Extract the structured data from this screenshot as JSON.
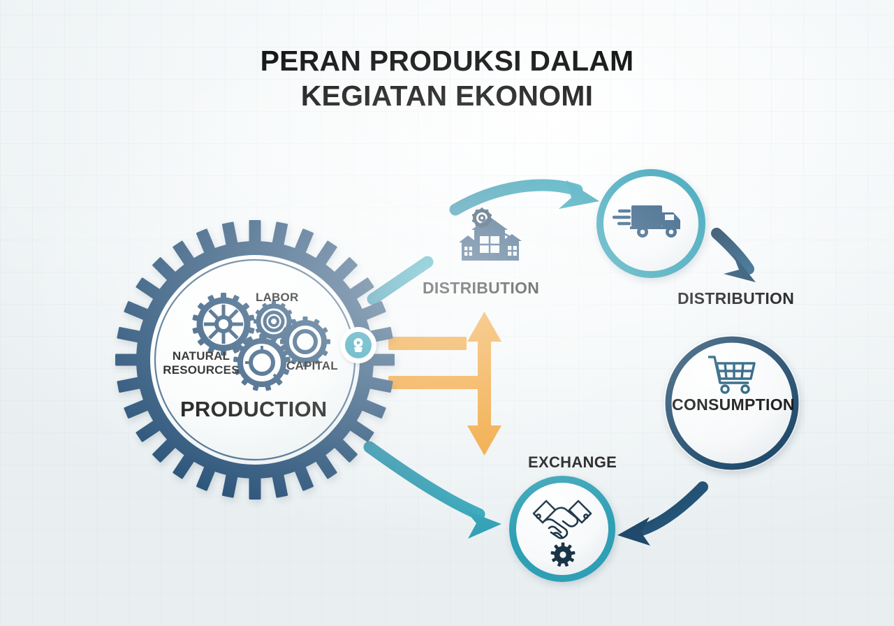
{
  "title": {
    "line1": "PERAN PRODUKSI DALAM",
    "line2": "KEGIATAN EKONOMI"
  },
  "colors": {
    "navy": "#2a5379",
    "navy_dark": "#1d4463",
    "teal": "#2e9fb4",
    "teal_dark": "#2893aa",
    "orange": "#f0a030",
    "text": "#111111",
    "background": "#eef2f3"
  },
  "production": {
    "main_label": "PRODUCTION",
    "factors": [
      {
        "id": "labor",
        "label": "LABOR",
        "icon": "gear-icon"
      },
      {
        "id": "natural",
        "label": "NATURAL RESOURCES",
        "icon": "gear-icon"
      },
      {
        "id": "capital",
        "label": "CAPITAL",
        "icon": "gear-icon"
      }
    ],
    "badge_icon": "factory-badge-icon"
  },
  "nodes": [
    {
      "id": "distribution-house",
      "label": "DISTRIBUTION",
      "icon": "factory-house-icon",
      "style": "plain",
      "ring": "none"
    },
    {
      "id": "distribution-truck",
      "label": "DISTRIBUTION",
      "icon": "delivery-truck-icon",
      "style": "circle",
      "ring": "teal"
    },
    {
      "id": "consumption",
      "label": "CONSUMPTION",
      "icon": "shopping-cart-icon",
      "style": "circle",
      "ring": "navy"
    },
    {
      "id": "exchange",
      "label": "EXCHANGE",
      "icon": "handshake-gear-icon",
      "style": "circle",
      "ring": "teal"
    }
  ],
  "connectors": [
    {
      "id": "gear-to-truck",
      "from": "production",
      "to": "distribution-truck",
      "color": "teal",
      "shape": "arc-up-right"
    },
    {
      "id": "truck-to-consumption",
      "from": "distribution-truck",
      "to": "consumption",
      "color": "navy",
      "shape": "arc-down-right"
    },
    {
      "id": "consumption-to-exchange",
      "from": "consumption",
      "to": "exchange",
      "color": "navy",
      "shape": "arc-left"
    },
    {
      "id": "gear-to-exchange",
      "from": "production",
      "to": "exchange",
      "color": "teal",
      "shape": "arc-down-right"
    },
    {
      "id": "flow-vertical",
      "from": "distribution",
      "to": "exchange",
      "color": "orange",
      "shape": "double-headed-vertical"
    },
    {
      "id": "flow-horizontal-top",
      "from": "production",
      "to": "distribution",
      "color": "orange",
      "shape": "bar"
    },
    {
      "id": "flow-horizontal-bottom",
      "from": "production",
      "to": "exchange",
      "color": "orange",
      "shape": "bar"
    }
  ]
}
